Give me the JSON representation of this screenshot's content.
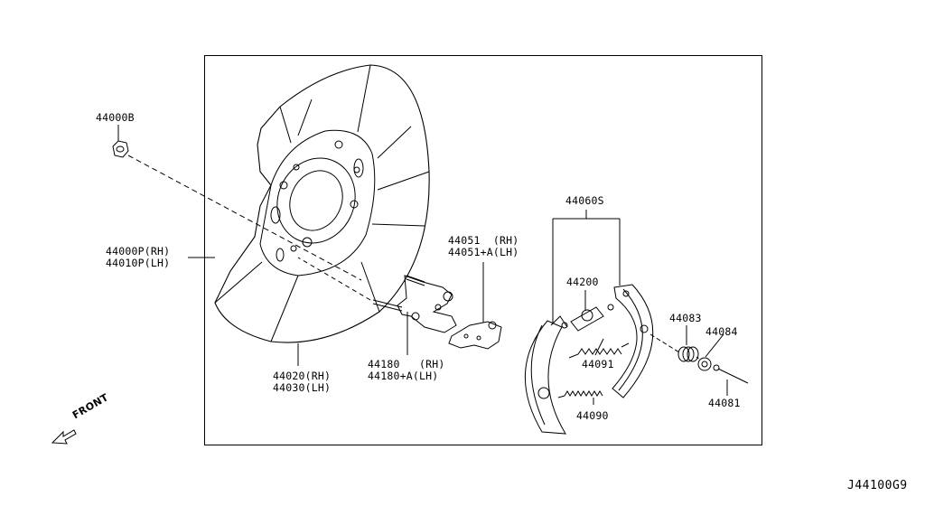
{
  "diagram_id": "J44100G9",
  "front_label": "FRONT",
  "parts": {
    "nut": "44000B",
    "backing_plate_rh": "44000P(RH)",
    "backing_plate_lh": "44010P(LH)",
    "shield_rh": "44020(RH)",
    "shield_lh": "44030(LH)",
    "lever_rh": "44051  (RH)",
    "lever_lh": "44051+A(LH)",
    "shoe_set": "44060S",
    "adjuster": "44200",
    "spring_upper": "44091",
    "spring_lower": "44090",
    "cylinder_rh": "44180   (RH)",
    "cylinder_lh": "44180+A(LH)",
    "hold_spring": "44083",
    "cup": "44084",
    "pin": "44081"
  }
}
